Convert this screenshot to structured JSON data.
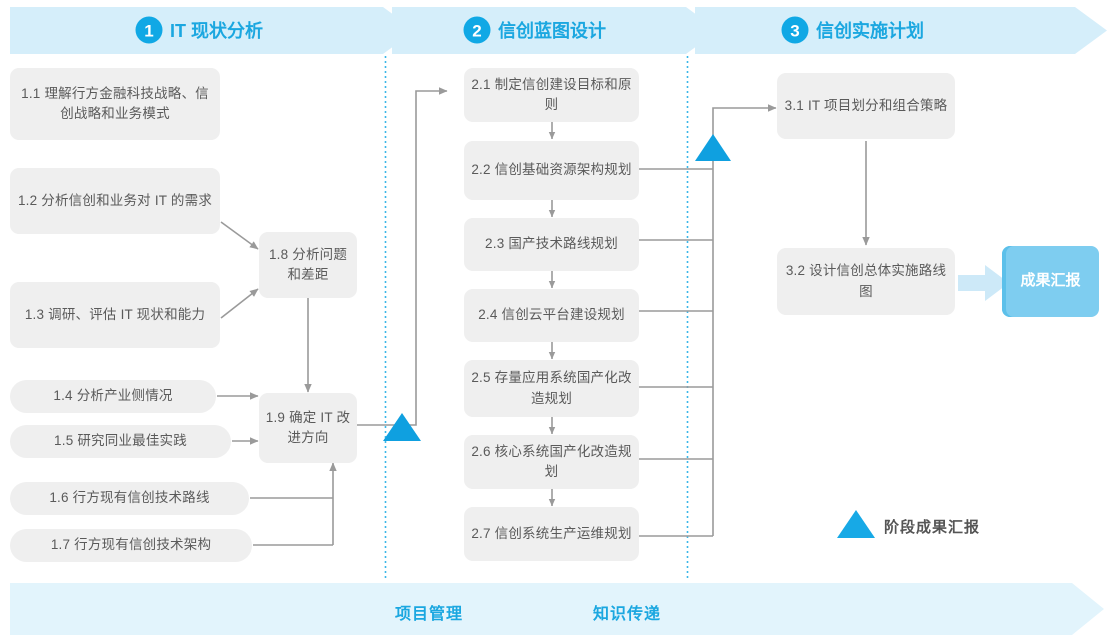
{
  "header": {
    "stages": [
      {
        "number": "1",
        "title": "IT 现状分析"
      },
      {
        "number": "2",
        "title": "信创蓝图设计"
      },
      {
        "number": "3",
        "title": "信创实施计划"
      }
    ]
  },
  "stage1": {
    "nodes": [
      {
        "id": "1.1",
        "label": "1.1 理解行方金融科技战略、信创战略和业务模式"
      },
      {
        "id": "1.2",
        "label": "1.2 分析信创和业务对 IT 的需求"
      },
      {
        "id": "1.3",
        "label": "1.3 调研、评估 IT 现状和能力"
      },
      {
        "id": "1.4",
        "label": "1.4 分析产业侧情况"
      },
      {
        "id": "1.5",
        "label": "1.5 研究同业最佳实践"
      },
      {
        "id": "1.6",
        "label": "1.6 行方现有信创技术路线"
      },
      {
        "id": "1.7",
        "label": "1.7 行方现有信创技术架构"
      },
      {
        "id": "1.8",
        "label": "1.8 分析问题和差距"
      },
      {
        "id": "1.9",
        "label": "1.9 确定 IT 改进方向"
      }
    ]
  },
  "stage2": {
    "nodes": [
      {
        "id": "2.1",
        "label": "2.1 制定信创建设目标和原则"
      },
      {
        "id": "2.2",
        "label": "2.2 信创基础资源架构规划"
      },
      {
        "id": "2.3",
        "label": "2.3 国产技术路线规划"
      },
      {
        "id": "2.4",
        "label": "2.4 信创云平台建设规划"
      },
      {
        "id": "2.5",
        "label": "2.5 存量应用系统国产化改造规划"
      },
      {
        "id": "2.6",
        "label": "2.6 核心系统国产化改造规划"
      },
      {
        "id": "2.7",
        "label": "2.7 信创系统生产运维规划"
      }
    ]
  },
  "stage3": {
    "nodes": [
      {
        "id": "3.1",
        "label": "3.1 IT 项目划分和组合策略"
      },
      {
        "id": "3.2",
        "label": "3.2 设计信创总体实施路线图"
      }
    ],
    "result_badge": "成果汇报"
  },
  "legend": {
    "milestone_label": "阶段成果汇报"
  },
  "footer": {
    "items": [
      "项目管理",
      "知识传递"
    ]
  },
  "colors": {
    "accent": "#1ba7e0",
    "header_band": "#d5eefa",
    "footer_band": "#e2f4fc",
    "node_bg": "#efefef",
    "node_text": "#5a5a5a",
    "connector": "#8c8c8c",
    "badge_bg": "#7ecdf0",
    "divider": "#3bb7e8"
  }
}
